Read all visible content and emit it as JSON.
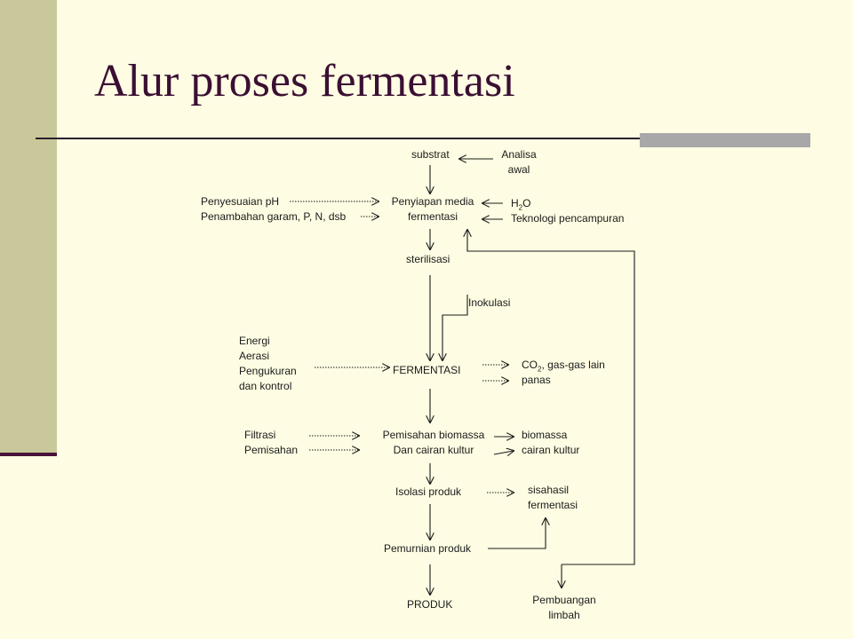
{
  "slide": {
    "title": "Alur proses fermentasi"
  },
  "colors": {
    "background": "#fefde3",
    "sidebar": "#c9c89a",
    "title": "#3b0f33",
    "accent_bar": "#a8a8a8",
    "line": "#1a1a1a"
  },
  "flow": {
    "substrat": "substrat",
    "analisa_1": "Analisa",
    "analisa_2": "awal",
    "penyesuaian": "Penyesuaian pH",
    "penambahan": "Penambahan garam, P, N, dsb",
    "media_1": "Penyiapan media",
    "media_2": "fermentasi",
    "h2o_h": "H",
    "h2o_sub": "2",
    "h2o_o": "O",
    "teknologi": "Teknologi pencampuran",
    "sterilisasi": "sterilisasi",
    "inokulasi": "Inokulasi",
    "energi": "Energi",
    "aerasi": "Aerasi",
    "pengukuran": "Pengukuran",
    "kontrol": "dan kontrol",
    "fermentasi": "FERMENTASI",
    "co2_a": "CO",
    "co2_sub": "2",
    "co2_b": ", gas-gas lain",
    "panas": "panas",
    "filtrasi": "Filtrasi",
    "pemisahan": "Pemisahan",
    "pemisahan_bio_1": "Pemisahan biomassa",
    "pemisahan_bio_2": "Dan cairan kultur",
    "biomassa": "biomassa",
    "cairan_kultur": "cairan kultur",
    "isolasi": "Isolasi produk",
    "sisa_1": "sisahasil",
    "sisa_2": "fermentasi",
    "pemurnian": "Pemurnian produk",
    "produk": "PRODUK",
    "pembuangan_1": "Pembuangan",
    "pembuangan_2": "limbah"
  }
}
